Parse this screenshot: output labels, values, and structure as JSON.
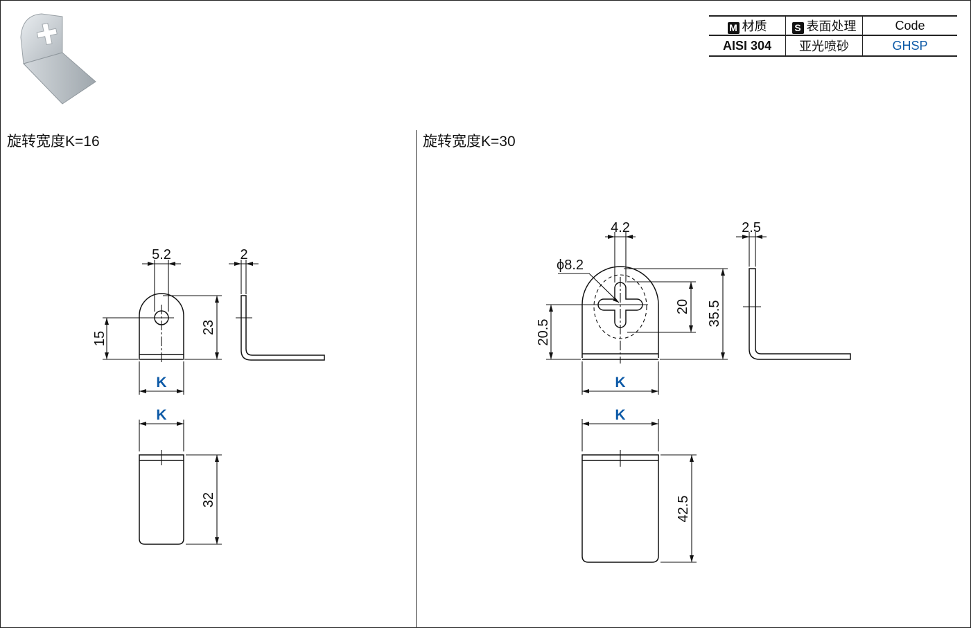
{
  "spec_table": {
    "headers": {
      "material_tag": "M",
      "material": "材质",
      "surface_tag": "S",
      "surface": "表面处理",
      "code": "Code"
    },
    "values": {
      "material": "AISI 304",
      "surface": "亚光喷砂",
      "code": "GHSP"
    }
  },
  "sections": [
    {
      "title": "旋转宽度K=16"
    },
    {
      "title": "旋转宽度K=30"
    }
  ],
  "left": {
    "dims": {
      "hole_width": "5.2",
      "thickness": "2",
      "hole_height": "15",
      "height": "23",
      "width_k": "K",
      "width_k_bottom": "K",
      "length": "32"
    }
  },
  "right": {
    "dims": {
      "slot_width": "4.2",
      "thickness": "2.5",
      "diameter": "ϕ8.2",
      "slot_length": "20",
      "height": "35.5",
      "center_height": "20.5",
      "width_k": "K",
      "width_k_bottom": "K",
      "length": "42.5"
    }
  }
}
